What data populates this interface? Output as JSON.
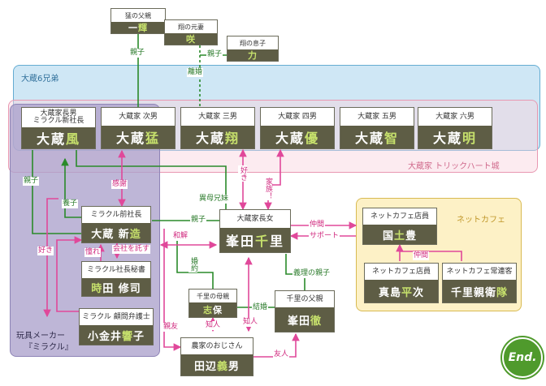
{
  "regions": {
    "brothers": "大蔵6兄弟",
    "castle": "大蔵家 トリックハート城",
    "cafe": "ネットカフェ",
    "toy_line1": "玩具メーカー",
    "toy_line2": "『ミラクル』"
  },
  "nodes": {
    "takeshi_father": {
      "caption": "猛の父親",
      "name_pre": "一",
      "name_hl": "輝",
      "name_post": ""
    },
    "sho_exwife": {
      "caption": "翔の元妻",
      "name_pre": "",
      "name_hl": "咲",
      "name_post": ""
    },
    "sho_son": {
      "caption": "翔の息子",
      "name_pre": "",
      "name_hl": "力",
      "name_post": ""
    },
    "fuu": {
      "caption1": "大蔵家長男",
      "caption2": "ミラクル新社長",
      "name_pre": "大蔵 ",
      "name_hl": "風",
      "name_post": ""
    },
    "takeshi": {
      "caption": "大蔵家 次男",
      "name_pre": "大蔵 ",
      "name_hl": "猛",
      "name_post": ""
    },
    "sho": {
      "caption": "大蔵家 三男",
      "name_pre": "大蔵 ",
      "name_hl": "翔",
      "name_post": ""
    },
    "yuu": {
      "caption": "大蔵家 四男",
      "name_pre": "大蔵 ",
      "name_hl": "優",
      "name_post": ""
    },
    "satoshi": {
      "caption": "大蔵家 五男",
      "name_pre": "大蔵 ",
      "name_hl": "智",
      "name_post": ""
    },
    "akira": {
      "caption": "大蔵家 六男",
      "name_pre": "大蔵 ",
      "name_hl": "明",
      "name_post": ""
    },
    "shinzou": {
      "caption": "ミラクル前社長",
      "name_pre": "大蔵 新",
      "name_hl": "造",
      "name_post": ""
    },
    "tokita": {
      "caption": "ミラクル社長秘書",
      "name_pre": "",
      "name_hl": "時",
      "name_post": "田 修司"
    },
    "kogai": {
      "caption": "ミラクル 顧問弁護士",
      "name_pre": "小金井 ",
      "name_hl": "響",
      "name_post": "子"
    },
    "chisato": {
      "caption": "大蔵家長女",
      "name_pre": "峯田 ",
      "name_hl": "千",
      "name_post": "里"
    },
    "chisato_mother": {
      "caption": "千里の母親",
      "name_pre": "",
      "name_hl": "志",
      "name_post": "保"
    },
    "chisato_father": {
      "caption": "千里の父親",
      "name_pre": "峯田 ",
      "name_hl": "徹",
      "name_post": ""
    },
    "tanabe": {
      "caption": "農家のおじさん",
      "name_pre": "田辺 ",
      "name_hl": "義",
      "name_post": "男"
    },
    "kunitsuchi": {
      "caption": "ネットカフェ店員",
      "name_pre": "国",
      "name_hl": "土",
      "name_post": " 豊"
    },
    "majima": {
      "caption": "ネットカフェ店員",
      "name_pre": "真島 ",
      "name_hl": "平",
      "name_post": "次"
    },
    "chisato_guard": {
      "caption": "ネットカフェ常連客",
      "name_pre": "千里親衛",
      "name_hl": "隊",
      "name_post": ""
    }
  },
  "relations": {
    "oyako_ikki": "親子",
    "oyako_ryoku": "親子",
    "rikon": "離婚",
    "oyako_fuu": "親子",
    "yoshiko": "養子",
    "kansha": "感謝",
    "suki_kogai": "好き",
    "akogare": "憧れ",
    "kaisha_takusu": "会社を託す",
    "wakai": "和解",
    "oyako_chisato": "親子",
    "ibo_kyoudai": "異母兄妹",
    "suki_sho": "好き",
    "kazoku": "家族！",
    "nakama_top": "仲間",
    "support": "サポート",
    "nakama_cafe": "仲間",
    "giri_oyako": "義理の親子",
    "konin": "婚約",
    "kekkon": "結婚",
    "chijin1": "知人",
    "chijin2": "知人",
    "shinyuu": "親友",
    "yuujin": "友人"
  },
  "colors": {
    "kinship": "#2a8a2a",
    "emotion": "#e0489a",
    "name_box": "#5e5d45",
    "name_highlight": "#c6e06c"
  },
  "end_badge": "End."
}
